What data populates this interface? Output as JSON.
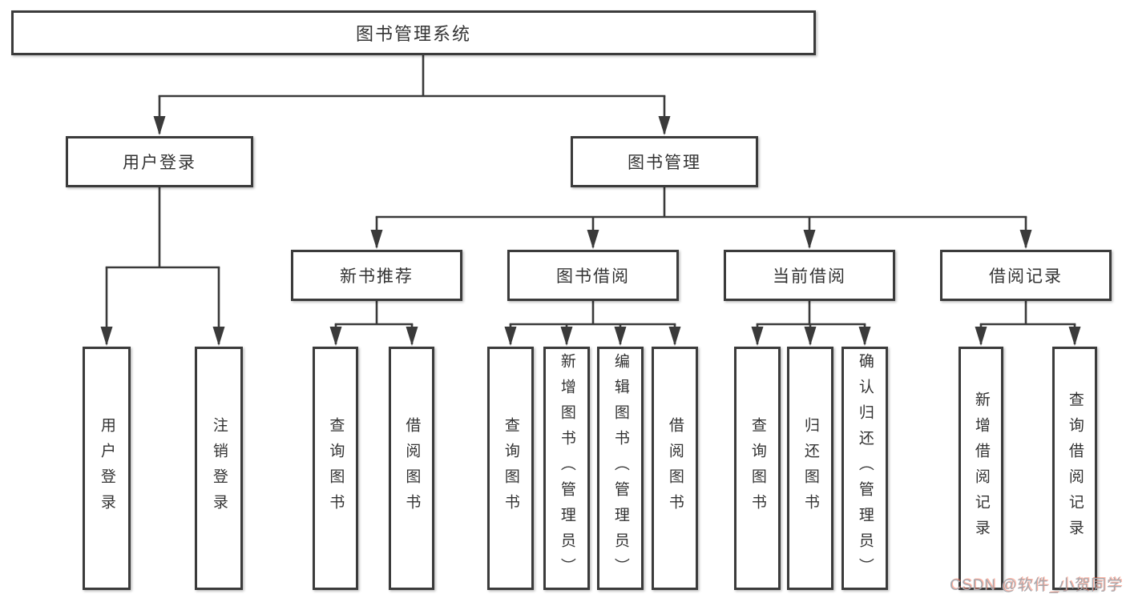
{
  "diagram": {
    "watermark": "CSDN @软件_小贺同学",
    "colors": {
      "line": "#3a3a3a",
      "box_border": "#3b3b3b",
      "text": "#333333",
      "background": "#ffffff",
      "watermark_gray": "#a8a8ad",
      "watermark_red": "#fc5531"
    },
    "tree": {
      "root": {
        "label": "图书管理系统",
        "children": [
          {
            "label": "用户登录",
            "children": [
              {
                "label": "用户登录"
              },
              {
                "label": "注销登录"
              }
            ]
          },
          {
            "label": "图书管理",
            "children": [
              {
                "label": "新书推荐",
                "children": [
                  {
                    "label": "查询图书"
                  },
                  {
                    "label": "借阅图书"
                  }
                ]
              },
              {
                "label": "图书借阅",
                "children": [
                  {
                    "label": "查询图书"
                  },
                  {
                    "label": "新增图书（管理员）"
                  },
                  {
                    "label": "编辑图书（管理员）"
                  },
                  {
                    "label": "借阅图书"
                  }
                ]
              },
              {
                "label": "当前借阅",
                "children": [
                  {
                    "label": "查询图书"
                  },
                  {
                    "label": "归还图书"
                  },
                  {
                    "label": "确认归还（管理员）"
                  }
                ]
              },
              {
                "label": "借阅记录",
                "children": [
                  {
                    "label": "新增借阅记录"
                  },
                  {
                    "label": "查询借阅记录"
                  }
                ]
              }
            ]
          }
        ]
      }
    }
  }
}
